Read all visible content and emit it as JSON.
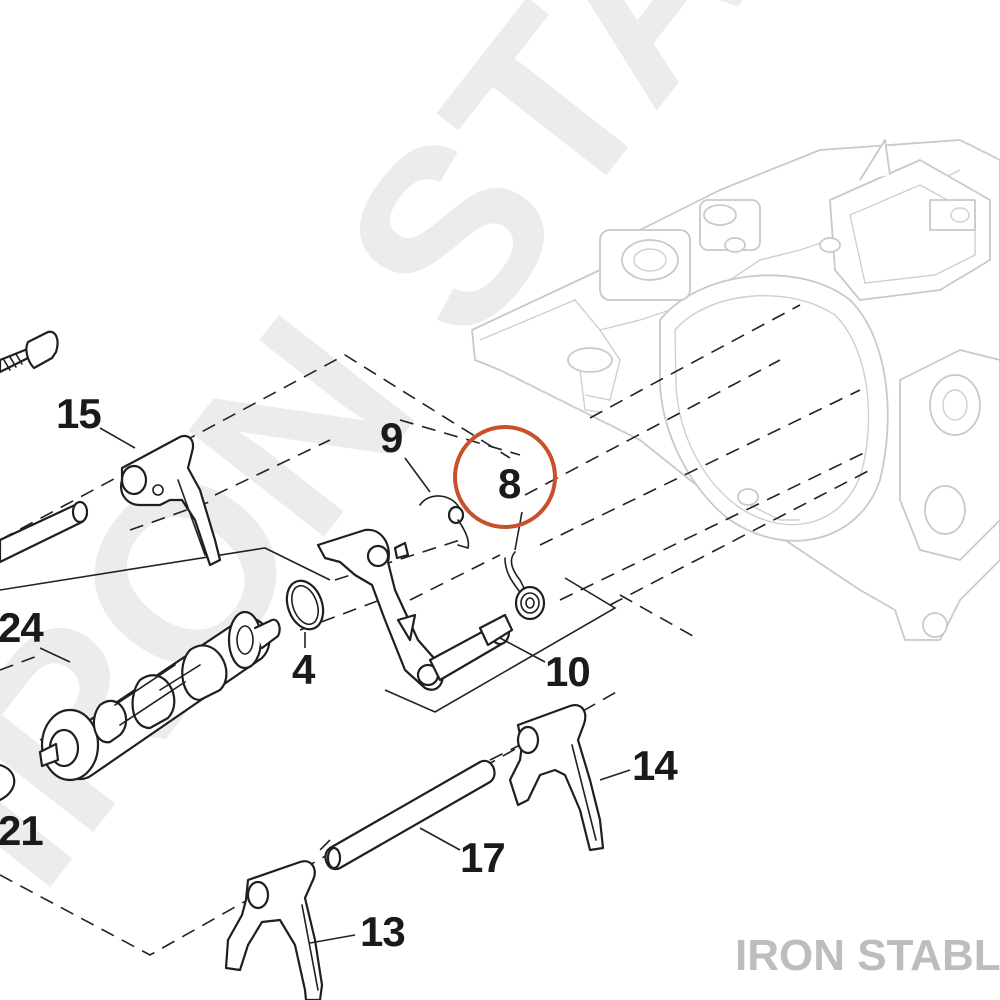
{
  "watermark": {
    "text": "IRON STABLE"
  },
  "brand": {
    "text": "IRON STABLE"
  },
  "highlight": {
    "part": "8",
    "color": "#c8512b"
  },
  "callouts": {
    "c4": "4",
    "c8": "8",
    "c9": "9",
    "c10": "10",
    "c13": "13",
    "c14": "14",
    "c15": "15",
    "c17": "17",
    "c21": "21",
    "c24": "24"
  }
}
